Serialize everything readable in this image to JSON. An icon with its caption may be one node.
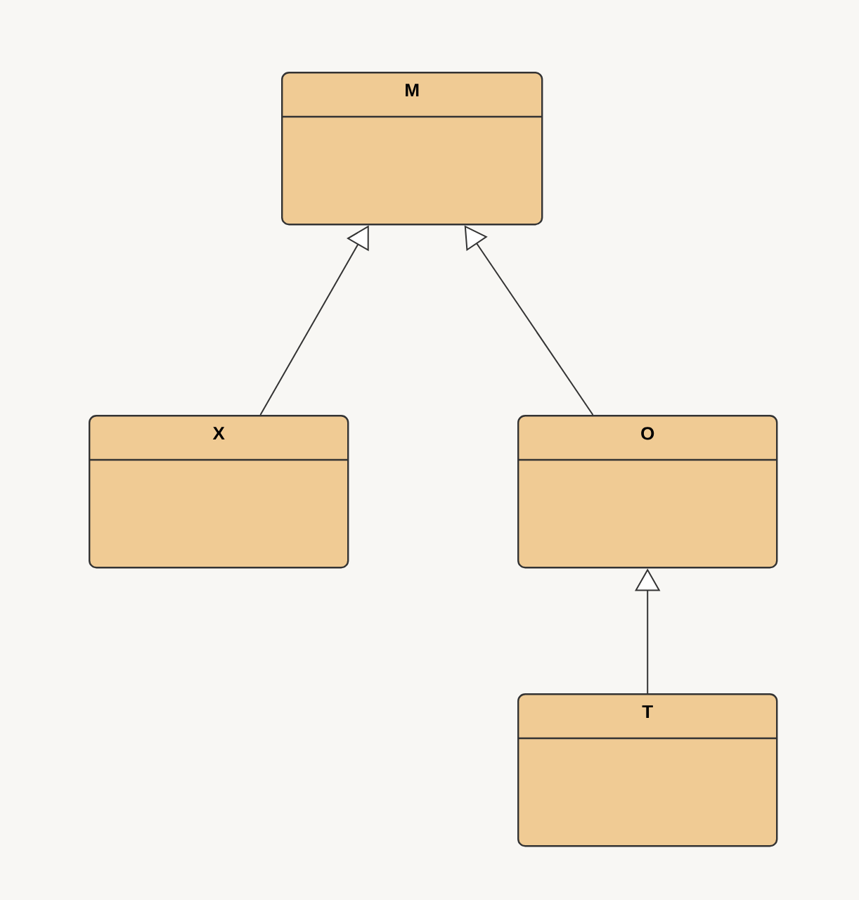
{
  "diagram": {
    "nodes": [
      {
        "text": [
          "M"
        ]
      },
      {
        "text": [
          "X"
        ]
      },
      {
        "text": [
          "O"
        ]
      },
      {
        "text": [
          "T"
        ]
      }
    ],
    "edges": [
      {
        "from": 1,
        "to": 0,
        "arrow": "to"
      },
      {
        "from": 2,
        "to": 0,
        "arrow": "to"
      },
      {
        "from": 3,
        "to": 2,
        "arrow": "to"
      }
    ]
  }
}
